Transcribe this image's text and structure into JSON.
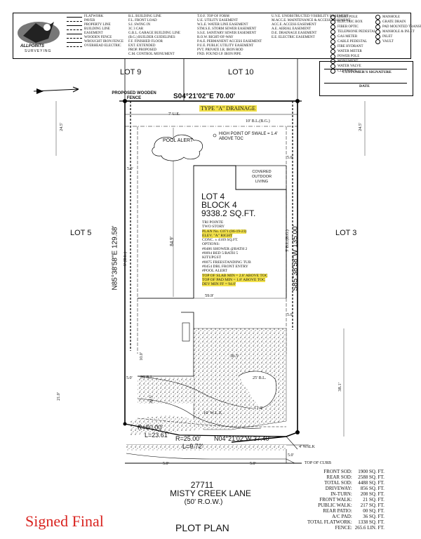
{
  "logo": {
    "name": "ALLPOINTS",
    "sub": "SURVEYING"
  },
  "legend": {
    "col1": [
      "FLATWORK",
      "PAVER",
      "PROPERTY LINE",
      "BUILDING LINE",
      "EASEMENT",
      "WOODEN FENCE",
      "WROUGHT IRON FENCE",
      "OVERHEAD ELECTRIC"
    ],
    "col2": [
      "B.L. BUILDING LINE",
      "F.L. FRONT LOAD",
      "S.I. SWING IN",
      "3C 3 CAR",
      "G.B.L. GARAGE BUILDING LINE",
      "(B.G.) BUILDER GUIDELINES",
      "F.F. FINISHED FLOOR",
      "EXT. EXTENDED",
      "PROP. PROPOSED",
      "C.M. CONTROL MONUMENT"
    ],
    "col3": [
      "T.O.F. TOP OF FORM",
      "U.E. UTILITY EASEMENT",
      "W.L.E. WATER LINE EASEMENT",
      "STM.S.E. STORM SEWER EASEMENT",
      "S.S.E. SANITARY SEWER EASEMENT",
      "R.O.W. RIGHT-OF-WAY",
      "P.A.E. PERMANENT ACCESS EASEMENT",
      "P.U.E. PUBLIC UTILITY EASEMENT",
      "PVT. PRIVATE I.R. IRON ROD",
      "FND. FOUND I.P. IRON PIPE"
    ],
    "col4": [
      "U.V.E. UNOBSTRUCTED VISIBILITY EASEMENT",
      "M.ACC.E. MAINTENANCE & ACCESS EASEMENT",
      "ACC.E. ACCESS EASEMENT",
      "A.E. AERIAL EASEMENT",
      "D.E. DRAINAGE EASEMENT",
      "E.E. ELECTRIC EASEMENT"
    ],
    "col5": [
      "LIGHT POLE",
      "ELECTRIC BOX",
      "FIBER OPTIC",
      "TELEPHONE PEDESTAL",
      "GAS METER",
      "CABLE PEDESTAL",
      "FIRE HYDRANT",
      "WATER METER",
      "POWER POLE",
      "MONUMENT",
      "WATER VALVE",
      "CLEANOUT"
    ],
    "col6": [
      "MANHOLE",
      "GRATE DRAIN",
      "PAD MOUNTED TRANSFORMER",
      "MANHOLE & INLET",
      "INLET",
      "VAULT"
    ]
  },
  "signature": {
    "customer": "CUSTOMER'S SIGNATURE",
    "date": "DATE"
  },
  "plan": {
    "lot_top_left": "LOT 9",
    "lot_top_right": "LOT 10",
    "lot_left": "LOT 5",
    "lot_right": "LOT 3",
    "fence": "PROPOSED WOODEN FENCE",
    "bearing_top": "S04°21'02\"E 70.00'",
    "type_a": "TYPE \"A\" DRAINAGE",
    "ue": "7' U.E.",
    "bl_top": "10' B.L.(B.G.)",
    "high_point": "HIGH POINT OF SWALE = 1.4' ABOVE TOC",
    "pool_alert": "POOL ALERT",
    "covered": "COVERED OUTDOOR LIVING",
    "dim_24_left": "24.5'",
    "dim_24_right": "24.5'",
    "dim_5_right": "5.0'",
    "dim_5_left": "5.0'",
    "lot": "LOT 4",
    "block": "BLOCK 4",
    "sqft": "9338.2 SQ.FT.",
    "bearing_left": "N85°38'58\"E 129.58'",
    "bearing_right": "S85°38'58\"W 135.00'",
    "bl_left": "5' (B.L.)",
    "bl_right": "5' B.L.(B.G.)",
    "dim_84": "84.9'",
    "dim_59": "59.9'",
    "dim_50_right": "5.0'",
    "dim_10": "10.0'",
    "dim_36": "36.5'",
    "dim_5_drive": "5.0'",
    "dim_20": "20' B.L.",
    "dim_25": "25' B.L.",
    "dim_21": "21.0'",
    "dim_20_5": "20.5'",
    "dim_17": "17.0'",
    "dim_38": "38.1'",
    "wle": "10' W.L.E.",
    "walk": "4' WALK",
    "curve1": "R=50.00'",
    "curve1b": "L=23.61'",
    "curve2": "R=25.00'",
    "curve2b": "L=9.72'",
    "bearing_bottom": "N04°21'02\"W 37.40'",
    "dim_5_b1": "5.0'",
    "dim_5_b2": "5.0'",
    "dim_5_b3": "5.0'",
    "toc": "TOP OF CURB"
  },
  "notes": {
    "lines": [
      {
        "text": "TRI POINTE",
        "hl": false
      },
      {
        "text": "TWO STORY",
        "hl": false
      },
      {
        "text": "PLAN No. C071 (06-19-23)",
        "hl": true
      },
      {
        "text": "ELEV. \"A\" RIGHT",
        "hl": true
      },
      {
        "text": "CONC. ± 4169 SQ.FT.",
        "hl": false
      },
      {
        "text": "OPTIONS:",
        "hl": false
      },
      {
        "text": "#0486 SHOWER @BATH 2",
        "hl": false
      },
      {
        "text": "#0094 BED 5/BATH 5",
        "hl": false
      },
      {
        "text": "KITUPGST",
        "hl": false
      },
      {
        "text": "#0075 FREESTANDING TUB",
        "hl": false
      },
      {
        "text": "#0454 DBL FRONT ENTRY",
        "hl": false
      },
      {
        "text": "#POOL ALERT",
        "hl": false
      },
      {
        "text": "TOP OF SLAB MIN = 2.8' ABOVE TOC",
        "hl": true
      },
      {
        "text": "TOP OF PAD MIN = 1.8' ABOVE TOC",
        "hl": true
      },
      {
        "text": "DEV MIN FF = 94.0'",
        "hl": true
      }
    ]
  },
  "address": {
    "number": "27711",
    "street": "MISTY CREEK LANE",
    "row": "(50' R.O.W.)"
  },
  "signed": "Signed Final",
  "title": "PLOT PLAN",
  "quantities": [
    {
      "label": "FRONT SOD:",
      "value": "1900 SQ. FT."
    },
    {
      "label": "REAR SOD:",
      "value": "2588 SQ. FT."
    },
    {
      "label": "TOTAL SOD:",
      "value": "4488 SQ. FT."
    },
    {
      "label": "DRIVEWAY:",
      "value": "856 SQ. FT."
    },
    {
      "label": "IN-TURN:",
      "value": "208 SQ. FT."
    },
    {
      "label": "FRONT WALK:",
      "value": "21 SQ. FT."
    },
    {
      "label": "PUBLIC WALK:",
      "value": "217 SQ. FT."
    },
    {
      "label": "REAR PATIO:",
      "value": "00 SQ. FT."
    },
    {
      "label": "A/C PAD:",
      "value": "36 SQ. FT."
    },
    {
      "label": "TOTAL FLATWORK:",
      "value": "1338 SQ. FT."
    },
    {
      "label": "FENCE:",
      "value": "265.6 LIN. FT."
    }
  ]
}
